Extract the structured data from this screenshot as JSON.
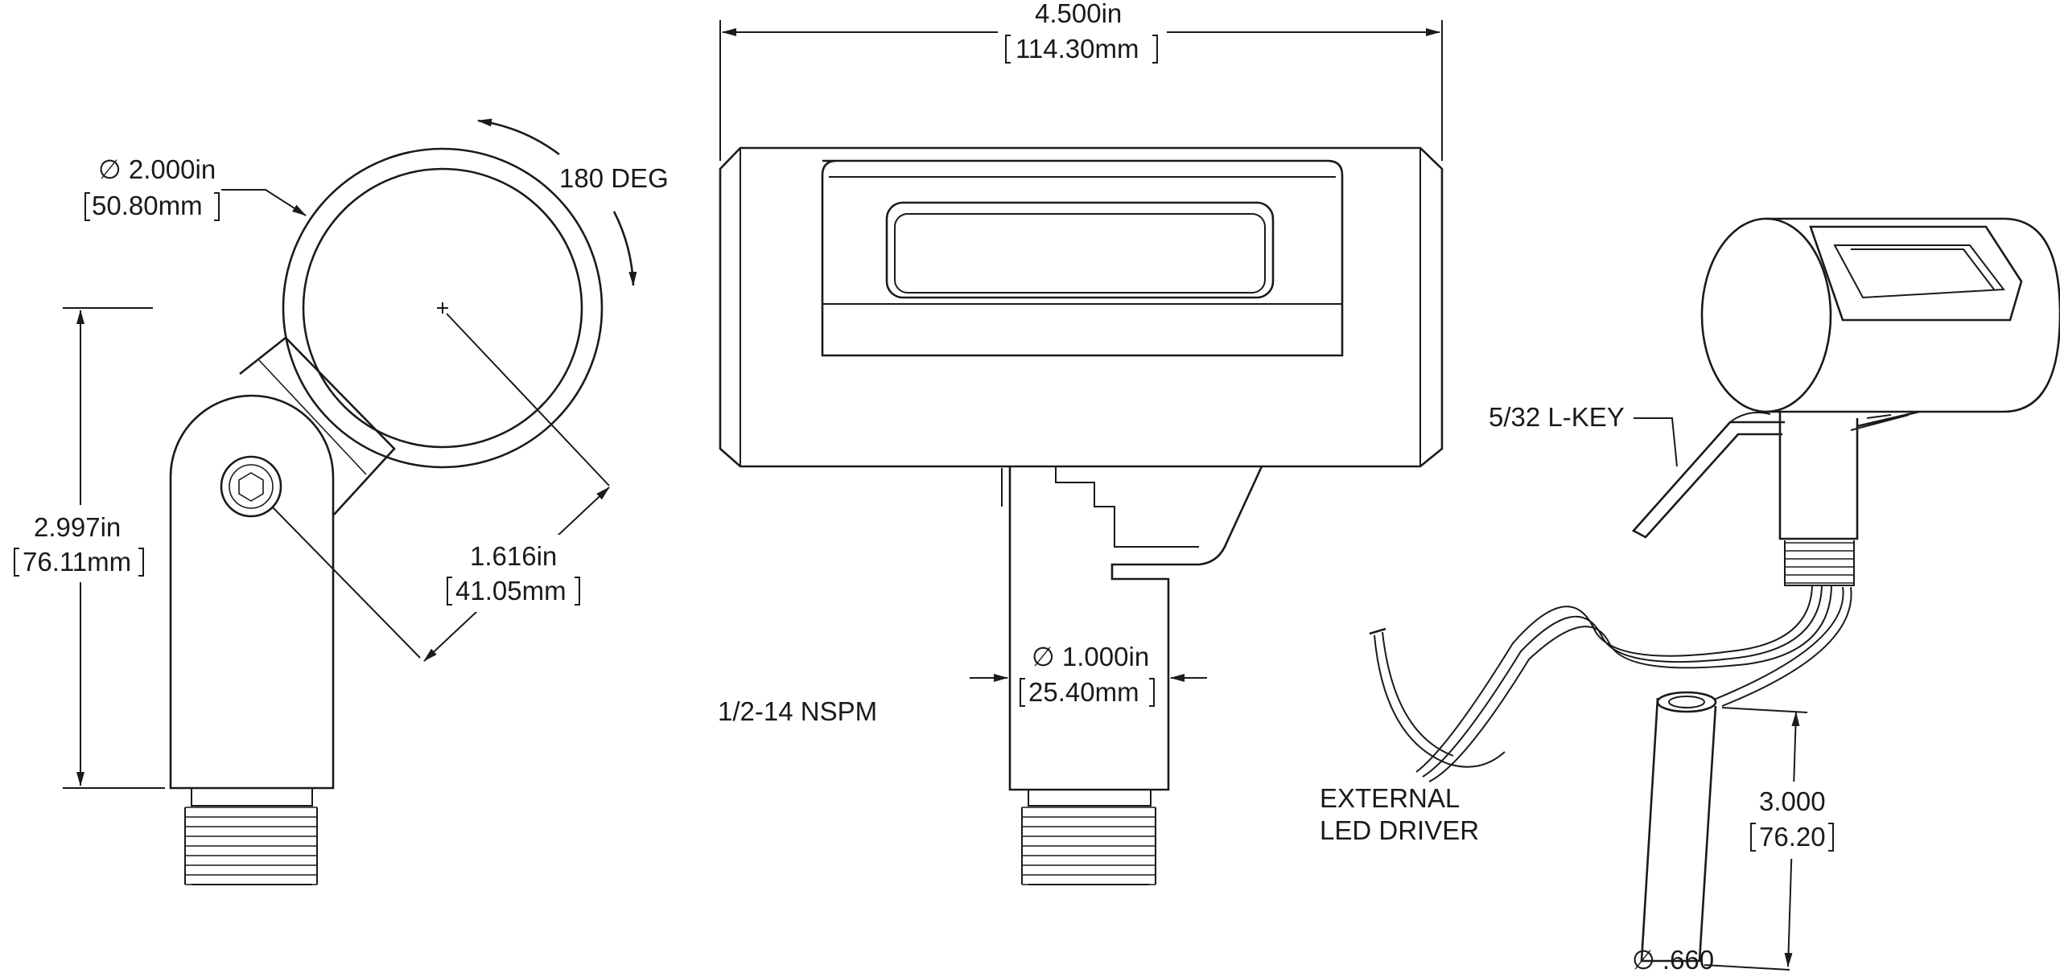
{
  "labels": {
    "clamp_dia_in": "∅ 2.000in",
    "clamp_dia_mm": "50.80mm",
    "rotation": "180 DEG",
    "height_in": "2.997in",
    "height_mm": "76.11mm",
    "radius_in": "1.616in",
    "radius_mm": "41.05mm",
    "width_in": "4.500in",
    "width_mm": "114.30mm",
    "stem_dia_in": "∅ 1.000in",
    "stem_dia_mm": "25.40mm",
    "thread": "1/2-14 NSPM",
    "lkey": "5/32 L-KEY",
    "driver_line1": "EXTERNAL",
    "driver_line2": "LED DRIVER",
    "driver_len_in": "3.000",
    "driver_len_mm": "76.20",
    "driver_dia": "∅ .660"
  },
  "colors": {
    "line": "#1a1a1a",
    "background": "#ffffff"
  }
}
